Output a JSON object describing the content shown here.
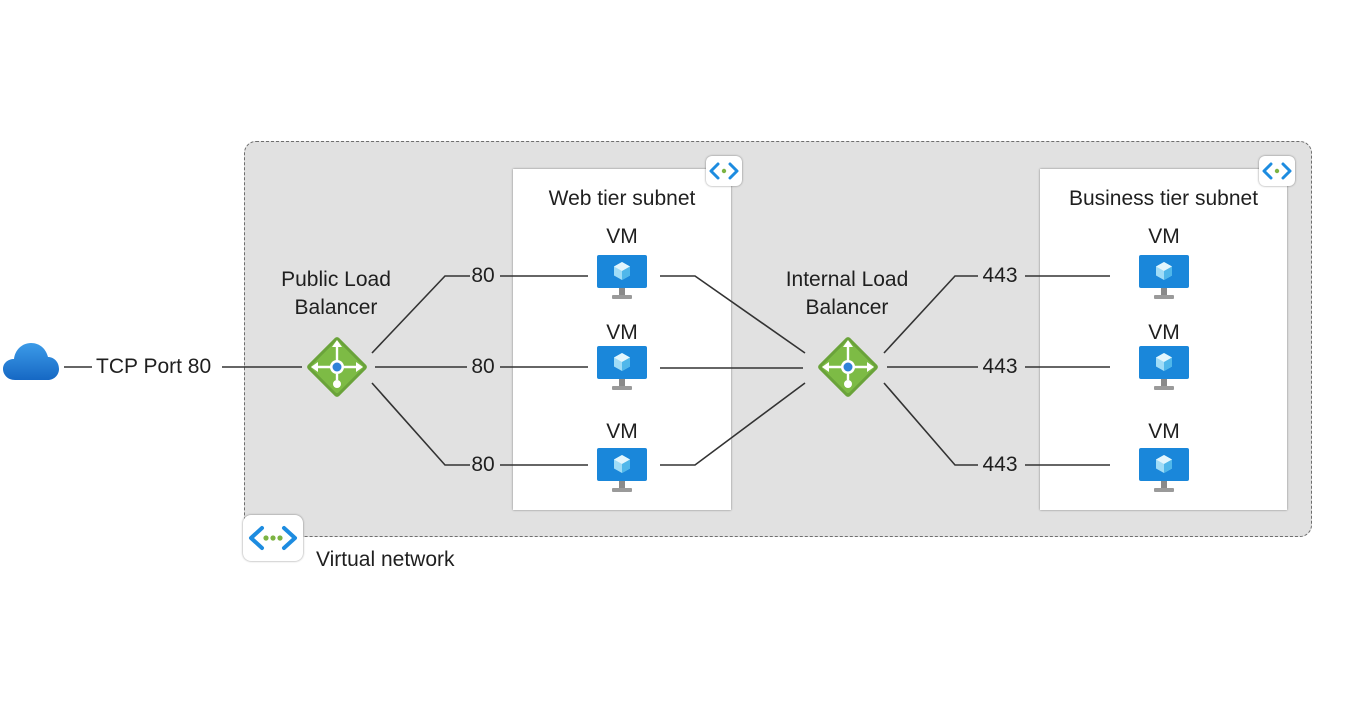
{
  "diagram": {
    "source": {
      "icon": "cloud-icon",
      "label": "TCP Port 80"
    },
    "public_lb": {
      "label_line1": "Public Load",
      "label_line2": "Balancer",
      "icon": "load-balancer-icon"
    },
    "internal_lb": {
      "label_line1": "Internal Load",
      "label_line2": "Balancer",
      "icon": "load-balancer-icon"
    },
    "web_subnet": {
      "title": "Web tier subnet",
      "icon": "subnet-icon",
      "vms": [
        {
          "label": "VM",
          "port": "80"
        },
        {
          "label": "VM",
          "port": "80"
        },
        {
          "label": "VM",
          "port": "80"
        }
      ]
    },
    "business_subnet": {
      "title": "Business tier subnet",
      "icon": "subnet-icon",
      "vms": [
        {
          "label": "VM",
          "port": "443"
        },
        {
          "label": "VM",
          "port": "443"
        },
        {
          "label": "VM",
          "port": "443"
        }
      ]
    },
    "vnet": {
      "label": "Virtual network",
      "icon": "virtual-network-icon"
    },
    "colors": {
      "cloud": "#1f7fd6",
      "lb_green": "#6aa33a",
      "vm_blue": "#1a87da",
      "vnet_fill": "#e1e1e1",
      "wire": "#333333"
    }
  }
}
